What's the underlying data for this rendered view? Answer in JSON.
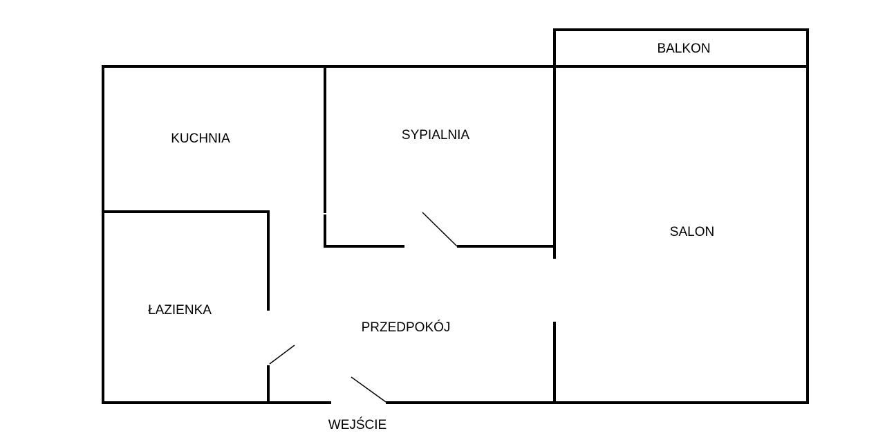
{
  "colors": {
    "wall": "#000000",
    "background": "#ffffff"
  },
  "rooms": {
    "balcony": "BALKON",
    "kitchen": "KUCHNIA",
    "bedroom": "SYPIALNIA",
    "living_room": "SALON",
    "bathroom": "ŁAZIENKA",
    "hallway": "PRZEDPOKÓJ",
    "entrance": "WEJŚCIE"
  }
}
